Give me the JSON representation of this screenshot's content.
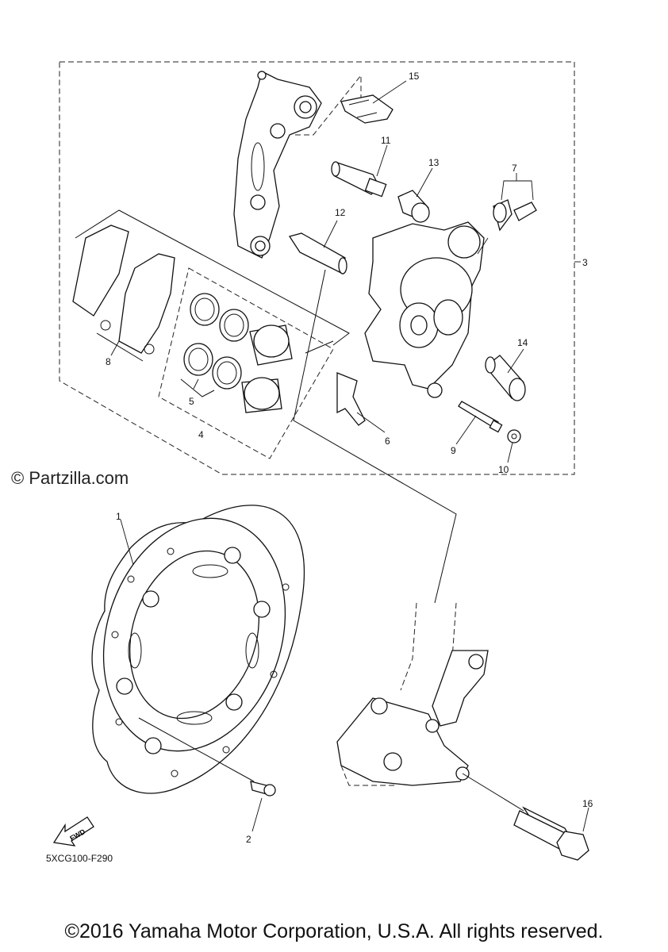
{
  "watermark": "© Partzilla.com",
  "diagram_code": "5XCG100-F290",
  "copyright": "©2016 Yamaha Motor Corporation, U.S.A. All rights reserved.",
  "fwd_arrow_label": "FWD",
  "callouts": [
    "1",
    "2",
    "3",
    "4",
    "5",
    "6",
    "7",
    "8",
    "9",
    "10",
    "11",
    "12",
    "13",
    "14",
    "15",
    "16"
  ]
}
